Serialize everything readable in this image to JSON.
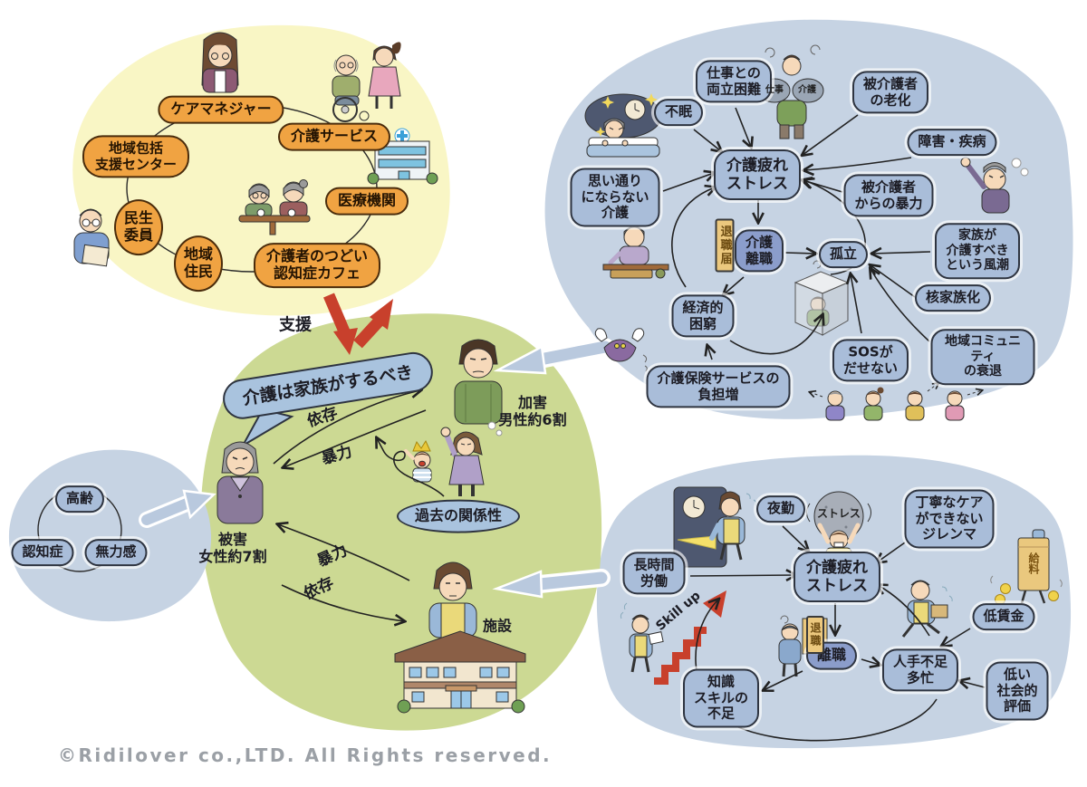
{
  "copyright": "©Ridilover co.,LTD. All Rights reserved.",
  "support": {
    "care_manager": "ケアマネジャー",
    "care_service": "介護サービス",
    "community_center": "地域包括\n支援センター",
    "medical": "医療機関",
    "welfare_officer": "民生\n委員",
    "residents": "地域\n住民",
    "cafe": "介護者のつどい\n認知症カフェ",
    "shien": "支援"
  },
  "family": {
    "work_balance": "仕事との\n両立困難",
    "insomnia": "不眠",
    "aging": "被介護者\nの老化",
    "disability": "障害・疾病",
    "violence_from": "被介護者\nからの暴力",
    "not_as_hoped": "思い通り\nにならない\n介護",
    "stress": "介護疲れ\nストレス",
    "quit_job": "介護\n離職",
    "resignation_letter": "退職届",
    "isolation": "孤立",
    "family_norm": "家族が\n介護すべき\nという風潮",
    "nuclear_family": "核家族化",
    "poverty": "経済的\n困窮",
    "no_sos": "SOSが\nだせない",
    "community_decline": "地域コミュニティ\nの衰退",
    "insurance_burden": "介護保険サービスの\n負担増",
    "rock_work": "仕事",
    "rock_care": "介護"
  },
  "home": {
    "belief": "介護は家族がするべき",
    "perpetrator": "加害\n男性約6割",
    "victim": "被害\n女性約7割",
    "past_relation": "過去の関係性",
    "facility": "施設",
    "dependence_upper": "依存",
    "violence_upper": "暴力",
    "violence_lower": "暴力",
    "dependence_lower": "依存"
  },
  "elder": {
    "aged": "高齢",
    "dementia": "認知症",
    "helplessness": "無力感"
  },
  "worker": {
    "night_shift": "夜勤",
    "stress_rock": "ストレス",
    "dilemma": "丁寧なケア\nができない\nジレンマ",
    "long_hours": "長時間\n労働",
    "stress": "介護疲れ\nストレス",
    "low_wage": "低賃金",
    "quit": "離職",
    "resignation": "退職",
    "understaffed": "人手不足\n多忙",
    "low_esteem": "低い\n社会的\n評価",
    "lack_skill": "知識\nスキルの\n不足",
    "skill_up": "Skill up",
    "salary": "給料"
  }
}
